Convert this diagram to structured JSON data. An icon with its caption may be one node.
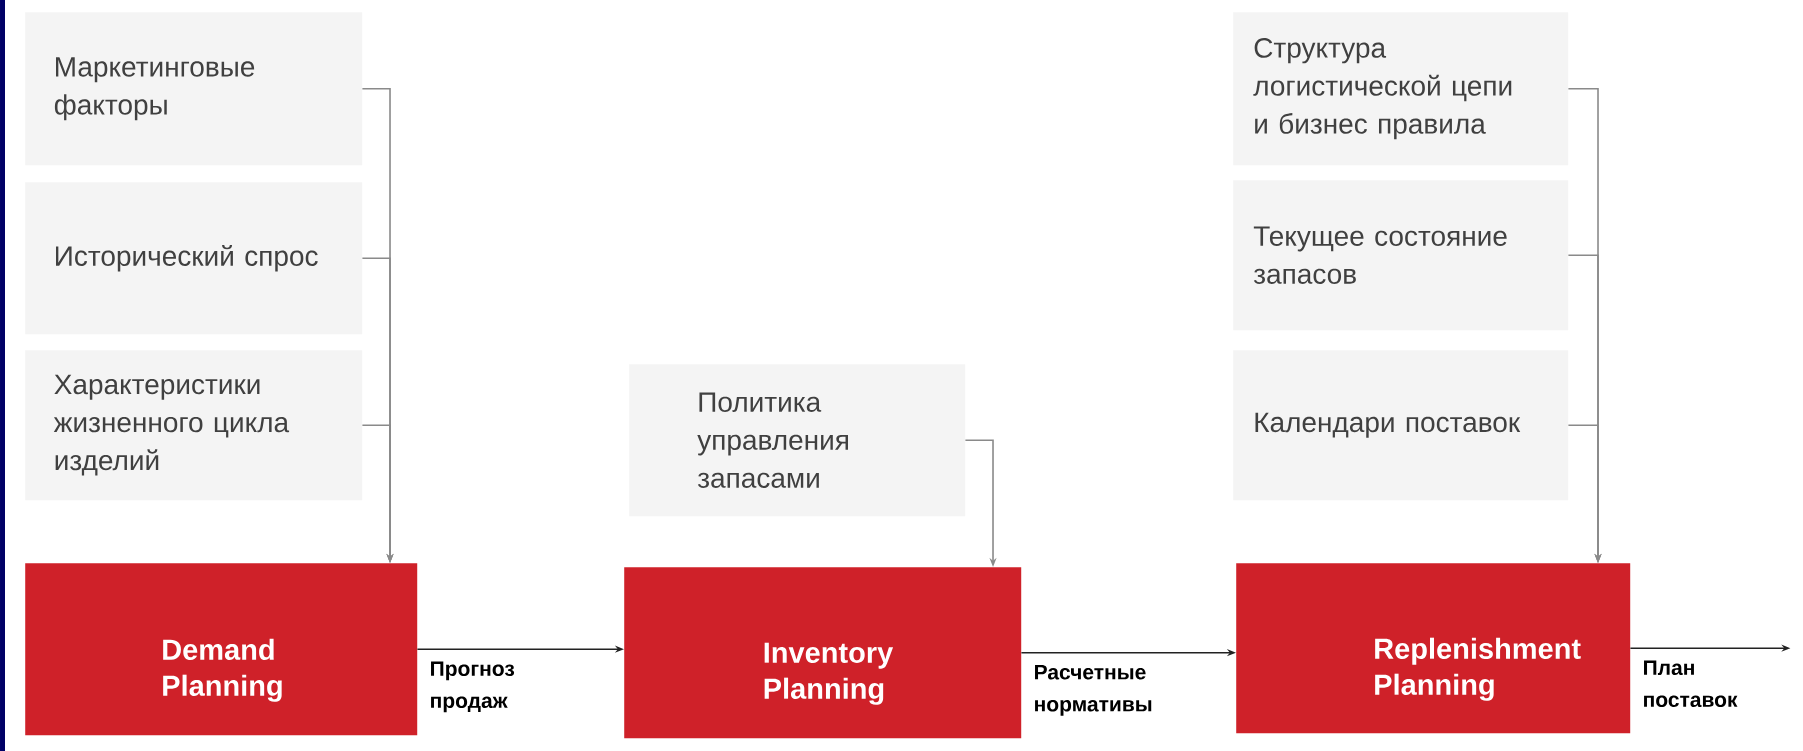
{
  "diagram": {
    "nodes": [
      {
        "text": [
          "Маркетинговые факторы"
        ]
      },
      {
        "text": [
          "Исторический спрос"
        ]
      },
      {
        "text": [
          "Характеристики жизненного цикла изделий"
        ]
      },
      {
        "text": [
          "Demand Planning"
        ]
      },
      {
        "text": [
          "Политика управления запасами"
        ]
      },
      {
        "text": [
          "Inventory Planning"
        ]
      },
      {
        "text": [
          "Структура логистической цепи и бизнес правила"
        ]
      },
      {
        "text": [
          "Текущее состояние запасов"
        ]
      },
      {
        "text": [
          "Календари поставок"
        ]
      },
      {
        "text": [
          "Replenishment Planning"
        ]
      }
    ],
    "edges": [
      {
        "from": 0,
        "to": 3,
        "arrow": "to"
      },
      {
        "from": 1,
        "to": 3,
        "arrow": "to"
      },
      {
        "from": 2,
        "to": 3,
        "arrow": "to"
      },
      {
        "from": 4,
        "to": 5,
        "arrow": "to"
      },
      {
        "from": 6,
        "to": 9,
        "arrow": "to"
      },
      {
        "from": 7,
        "to": 9,
        "arrow": "to"
      },
      {
        "from": 8,
        "to": 9,
        "arrow": "to"
      },
      {
        "from": 3,
        "to": 5,
        "arrow": "to",
        "label": "Прогноз продаж",
        "color": "#222222"
      },
      {
        "from": 5,
        "to": 9,
        "arrow": "to",
        "label": "Расчетные нормативы",
        "color": "#222222"
      },
      {
        "from": 9,
        "to": null,
        "arrow": "to",
        "label": "План поставок",
        "color": "#222222"
      }
    ]
  }
}
